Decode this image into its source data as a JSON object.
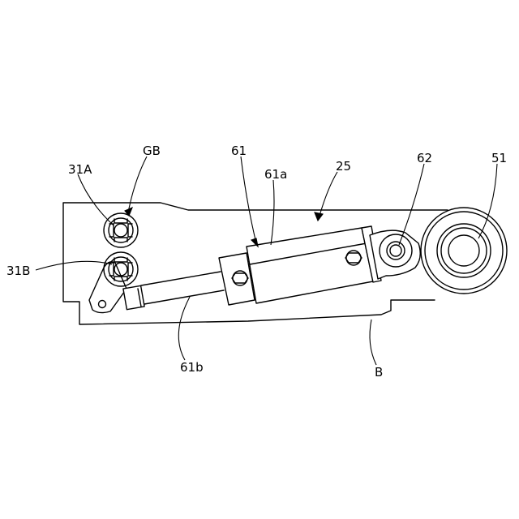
{
  "labels": {
    "gb": "GB",
    "a31": "31A",
    "b31": "31B",
    "l61": "61",
    "l61a": "61a",
    "l61b": "61b",
    "l25": "25",
    "l62": "62",
    "l51": "51",
    "lb": "B"
  }
}
